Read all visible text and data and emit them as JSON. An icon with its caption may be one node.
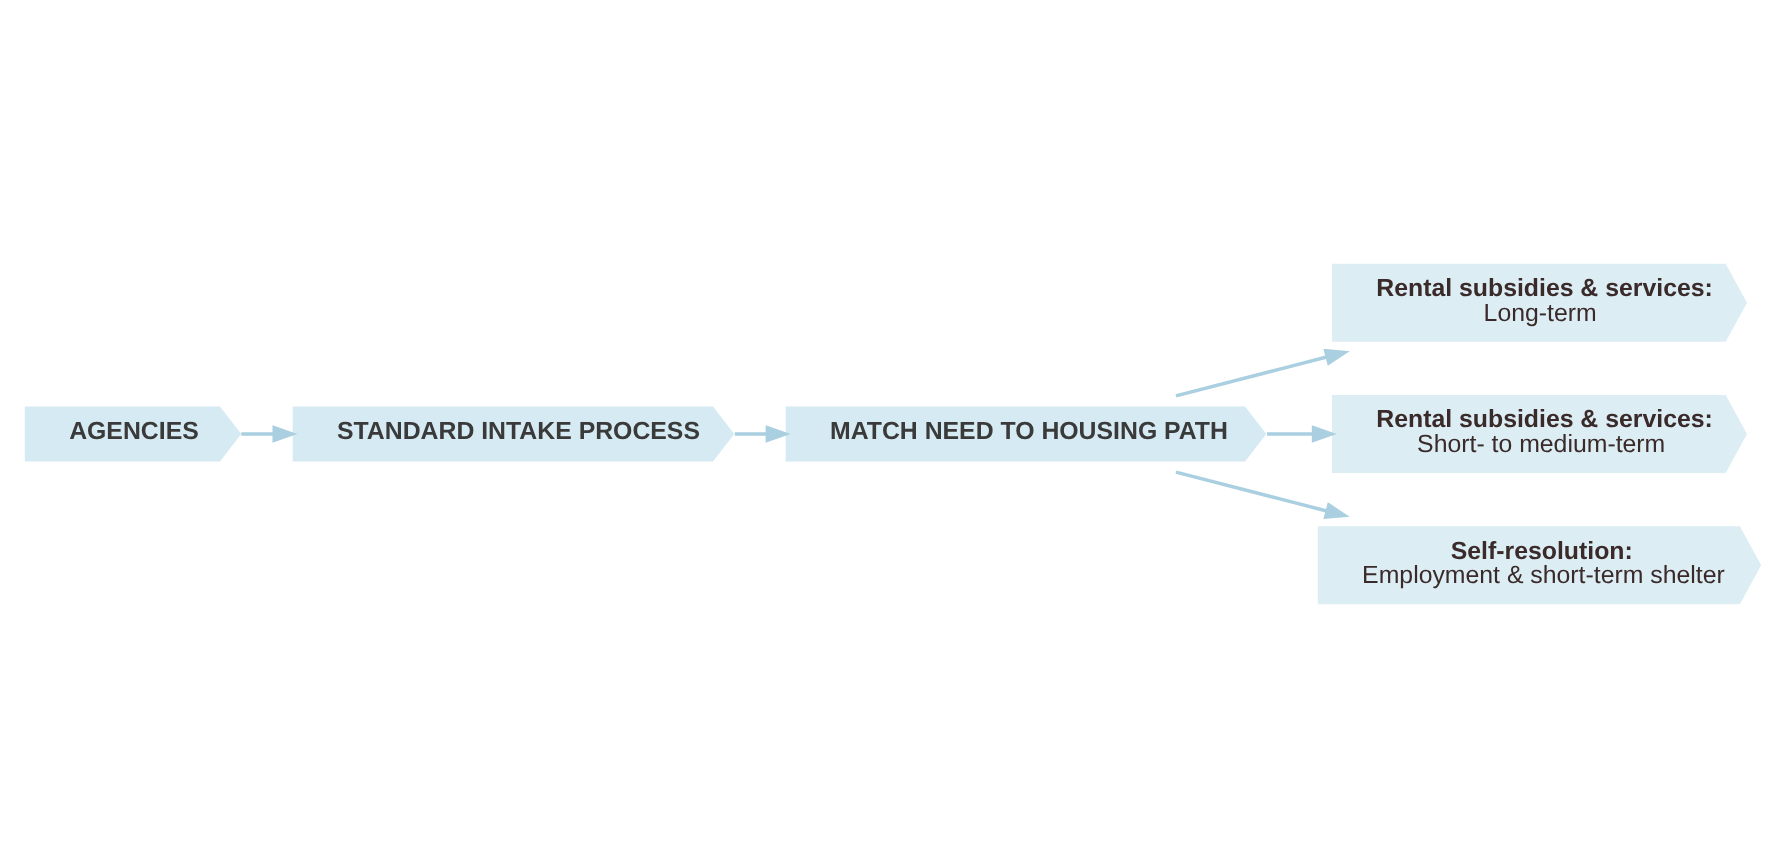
{
  "diagram": {
    "nodes": [
      {
        "text": [
          "AGENCIES"
        ]
      },
      {
        "text": [
          "STANDARD INTAKE PROCESS"
        ]
      },
      {
        "text": [
          "MATCH NEED TO HOUSING PATH"
        ]
      },
      {
        "text": [
          "Rental subsidies & services:",
          "Long-term"
        ]
      },
      {
        "text": [
          "Rental subsidies & services:",
          "Short- to medium-term"
        ]
      },
      {
        "text": [
          "Self-resolution:",
          "Employment & short-term shelter"
        ]
      }
    ],
    "edges": [
      {
        "from": 0,
        "to": 1,
        "arrow": "to"
      },
      {
        "from": 1,
        "to": 2,
        "arrow": "to"
      },
      {
        "from": 2,
        "to": 3,
        "arrow": "to"
      },
      {
        "from": 2,
        "to": 4,
        "arrow": "to"
      },
      {
        "from": 2,
        "to": 5,
        "arrow": "to"
      }
    ]
  }
}
